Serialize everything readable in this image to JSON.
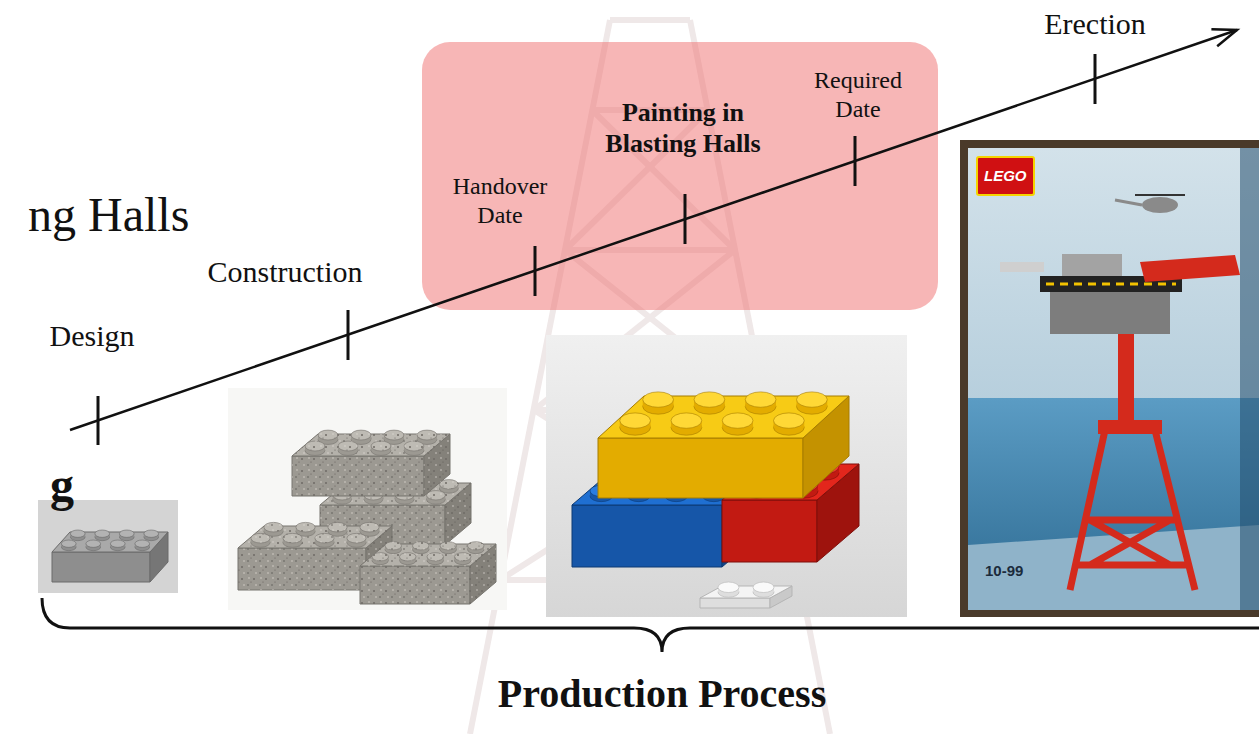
{
  "diagram": {
    "nodes": [
      {
        "text": [
          "Handover Date",
          "Painting in Blasting Halls",
          "Required Date"
        ]
      }
    ],
    "labels": [
      "ng Halls",
      "g",
      "Design",
      "Construction",
      "Erection",
      "LEGO",
      "10-99",
      "Production Process"
    ]
  }
}
